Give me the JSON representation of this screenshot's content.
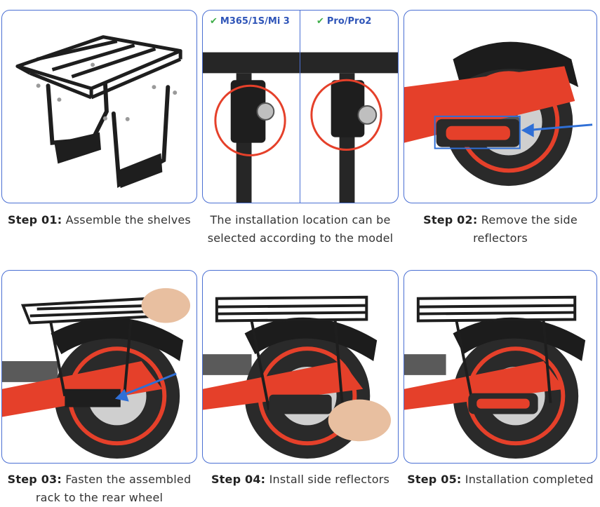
{
  "panels": {
    "p1": {
      "step": "Step 01:",
      "text": "Assemble the shelves"
    },
    "p2": {
      "text_line1": "The installation location can be",
      "text_line2": "selected according to the model",
      "tag_left": "M365/1S/Mi 3",
      "tag_right": "Pro/Pro2"
    },
    "p3": {
      "step": "Step 02:",
      "text_line1": "Remove the side",
      "text_line2": "reflectors"
    },
    "p4": {
      "step": "Step 03:",
      "text_line1": "Fasten the assembled",
      "text_line2": "rack to the rear wheel"
    },
    "p5": {
      "step": "Step 04:",
      "text": "Install side reflectors"
    },
    "p6": {
      "step": "Step 05:",
      "text": "Installation completed"
    }
  },
  "colors": {
    "border": "#4a6fd3",
    "accent_red": "#e5402a",
    "arrow_blue": "#2f6fd6",
    "check_green": "#3fae49"
  },
  "icons": {
    "check": "check-icon"
  }
}
